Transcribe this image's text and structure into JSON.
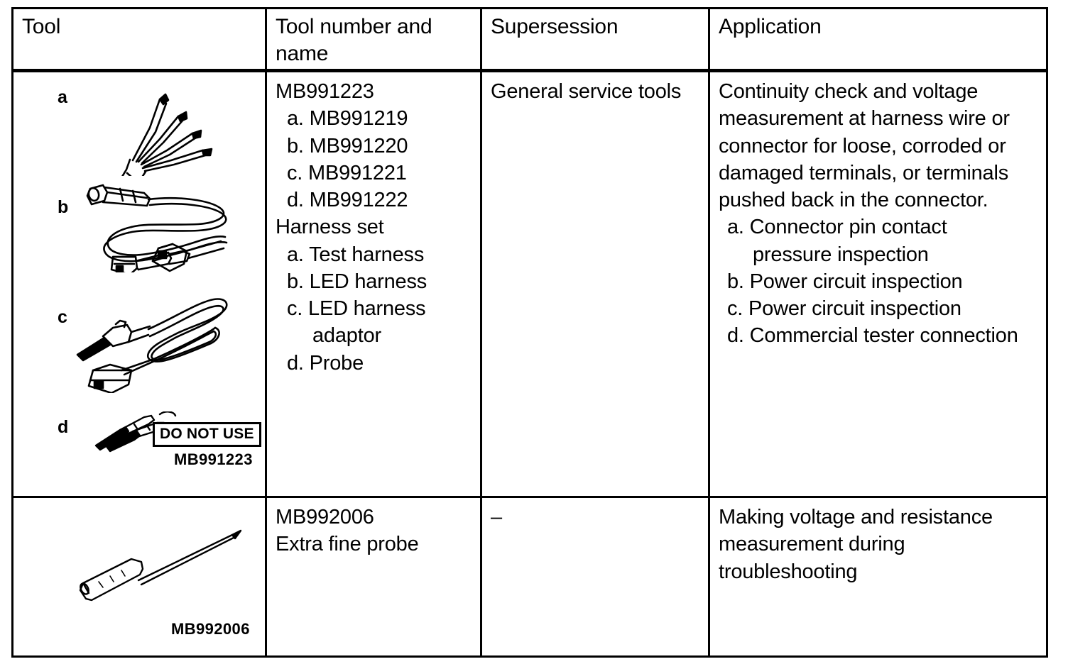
{
  "table": {
    "headers": [
      {
        "label": "Tool",
        "name": "tool"
      },
      {
        "label": "Tool number and\nname",
        "name": "tool-number-and-name"
      },
      {
        "label": "Supersession",
        "name": "supersession"
      },
      {
        "label": "Application",
        "name": "application"
      }
    ],
    "rows": [
      {
        "tool": {
          "items": [
            {
              "letter": "a",
              "art": "harness-connector-with-leads"
            },
            {
              "letter": "b",
              "art": "coiled-led-harness-cable"
            },
            {
              "letter": "c",
              "art": "led-harness-adaptor-cable"
            },
            {
              "letter": "d",
              "art": "probe-pins"
            }
          ],
          "warning_label": "DO NOT USE",
          "caption": "MB991223"
        },
        "number_and_name": {
          "main_number": "MB991223",
          "numbers": [
            "a. MB991219",
            "b. MB991220",
            "c. MB991221",
            "d. MB991222"
          ],
          "main_name": "Harness set",
          "names": [
            "a. Test harness",
            "b. LED harness",
            "c. LED harness",
            "adaptor",
            "d. Probe"
          ]
        },
        "supersession": "General service tools",
        "application": {
          "paragraph": "Continuity check and voltage measurement at harness wire or connector for loose, corroded or damaged terminals, or terminals pushed back in the connector.",
          "items": [
            "a. Connector pin contact",
            "pressure inspection",
            "b. Power circuit inspection",
            "c. Power circuit inspection",
            "d. Commercial tester connection"
          ]
        }
      },
      {
        "tool": {
          "items": [
            {
              "letter": "",
              "art": "extra-fine-probe"
            }
          ],
          "caption": "MB992006"
        },
        "number_and_name": {
          "main_number": "MB992006",
          "main_name": "Extra fine probe"
        },
        "supersession": "–",
        "application": {
          "paragraph": "Making voltage and resistance measurement during troubleshooting"
        }
      }
    ]
  },
  "colors": {
    "ink": "#000000",
    "paper": "#ffffff"
  }
}
